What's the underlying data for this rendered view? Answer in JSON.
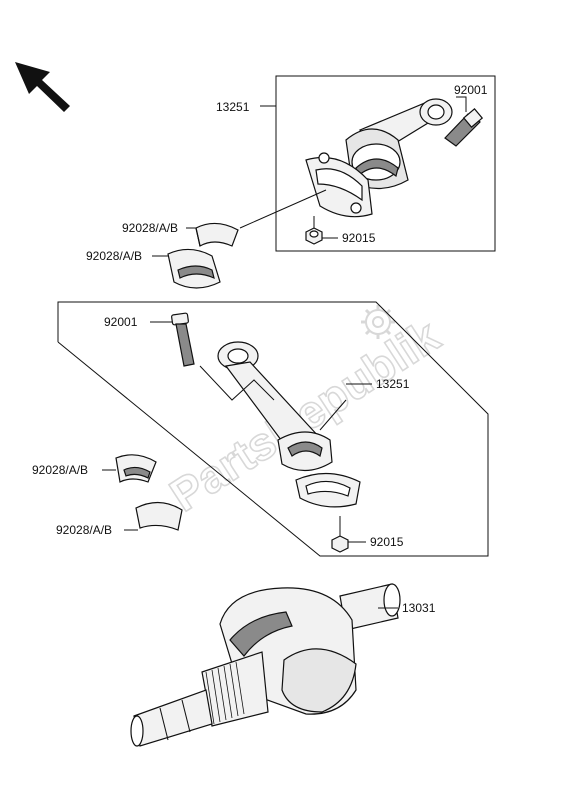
{
  "watermark": "PartsRepublik",
  "colors": {
    "line": "#111111",
    "part_fill": "#f2f2f2",
    "part_shade": "#8a8a8a",
    "watermark": "#d8d8d8"
  },
  "icons": {
    "direction_arrow": "front-direction-arrow-icon",
    "gear": "gear-icon"
  },
  "labels": {
    "upper_rod_assy": "13251",
    "upper_bolt": "92001",
    "upper_nut": "92015",
    "upper_bearing_a": "92028/A/B",
    "upper_bearing_b": "92028/A/B",
    "lower_bolt": "92001",
    "lower_rod_assy": "13251",
    "lower_bearing_a": "92028/A/B",
    "lower_bearing_b": "92028/A/B",
    "lower_nut": "92015",
    "crankshaft": "13031"
  }
}
